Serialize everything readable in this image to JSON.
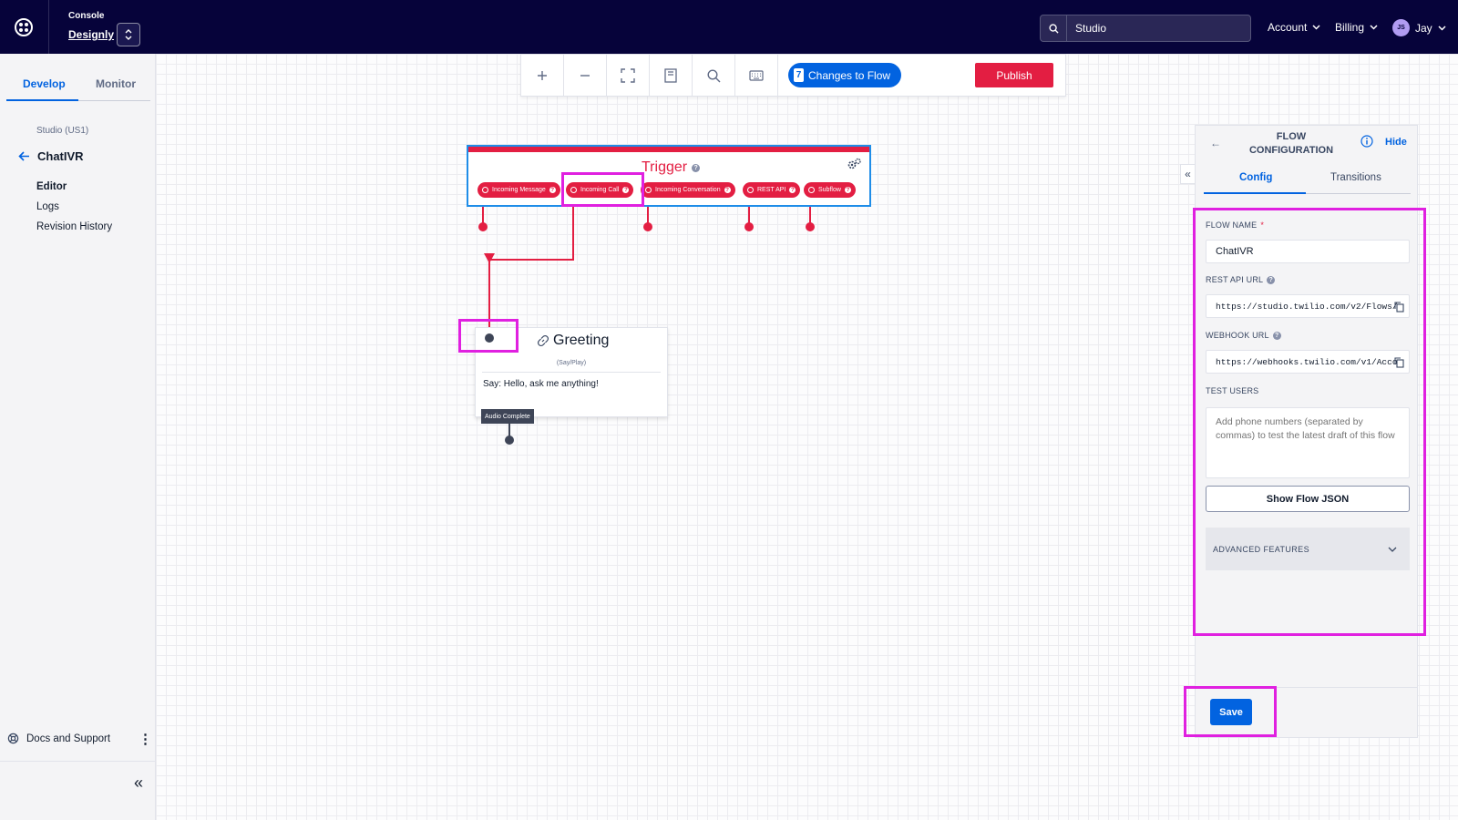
{
  "header": {
    "console_label": "Console",
    "account_name": "Designly",
    "search_value": "Studio",
    "nav": {
      "account": "Account",
      "billing": "Billing",
      "user_name": "Jay",
      "user_initials": "JS"
    }
  },
  "sidebar": {
    "tabs": [
      "Develop",
      "Monitor"
    ],
    "active_tab": "Develop",
    "region": "Studio (US1)",
    "flow_name": "ChatIVR",
    "links": [
      "Editor",
      "Logs",
      "Revision History"
    ],
    "active_link": "Editor",
    "docs": "Docs and Support"
  },
  "toolbar": {
    "changes_count": "7",
    "changes_label": "Changes to Flow",
    "publish": "Publish"
  },
  "trigger": {
    "title": "Trigger",
    "pills": [
      "Incoming Message",
      "Incoming Call",
      "Incoming Conversation",
      "REST API",
      "Subflow"
    ]
  },
  "greeting": {
    "title": "Greeting",
    "subtitle": "(Say/Play)",
    "body": "Say: Hello, ask me anything!",
    "transition": "Audio Complete"
  },
  "panel": {
    "title_line1": "FLOW",
    "title_line2": "CONFIGURATION",
    "hide": "Hide",
    "tabs": [
      "Config",
      "Transitions"
    ],
    "active_tab": "Config",
    "flow_name_label": "FLOW NAME",
    "flow_name_value": "ChatIVR",
    "rest_api_label": "REST API URL",
    "rest_api_value": "https://studio.twilio.com/v2/Flows/",
    "webhook_label": "WEBHOOK URL",
    "webhook_value": "https://webhooks.twilio.com/v1/Acco",
    "test_users_label": "TEST USERS",
    "test_users_placeholder": "Add phone numbers (separated by commas) to test the latest draft of this flow",
    "show_json": "Show Flow JSON",
    "advanced": "ADVANCED FEATURES",
    "save": "Save"
  },
  "colors": {
    "header_bg": "#06033a",
    "accent_blue": "#0263e0",
    "trigger_red": "#e31e42",
    "highlight_magenta": "#e020e0"
  }
}
